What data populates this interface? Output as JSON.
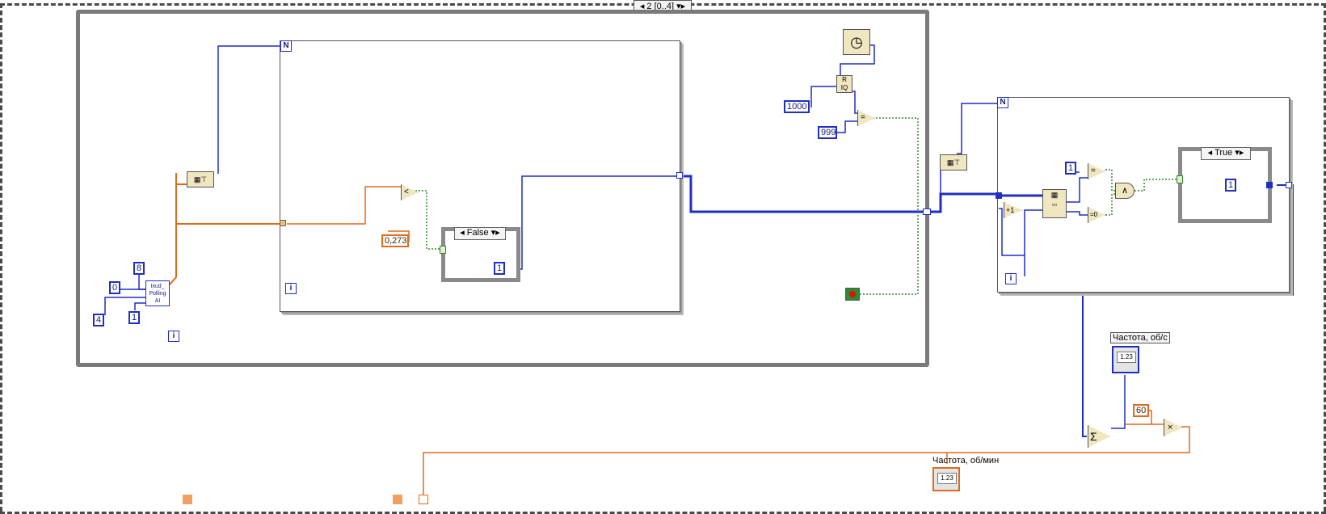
{
  "sequence": {
    "selector_label": "2 [0..4]"
  },
  "left_loop": {
    "subvi_label": "Ixud_ Polling AI"
  },
  "constants": {
    "c8": "8",
    "c0": "0",
    "c4": "4",
    "c1": "1",
    "threshold": "0,273",
    "case_const": "1",
    "timeout": "1000",
    "count": "999",
    "right_const": "1",
    "inner_true_const": "1",
    "mult": "60"
  },
  "iterations": {
    "i": "i",
    "n": "N"
  },
  "cases": {
    "left": "False",
    "right": "True"
  },
  "operators": {
    "less": "<",
    "equal": "=",
    "equal0": "=0",
    "and": "∧",
    "sum": "Σ",
    "mult": "×",
    "inc": "+1"
  },
  "indicators": {
    "freq_rps_label": "Частота, об/с",
    "freq_rpm_label": "Частота, об/мин",
    "display_value": "1.23"
  },
  "colors": {
    "int": "#1f2fc2",
    "dbl": "#e06a1e",
    "bool": "#2e8b2e",
    "frame": "#7a7a7a"
  }
}
